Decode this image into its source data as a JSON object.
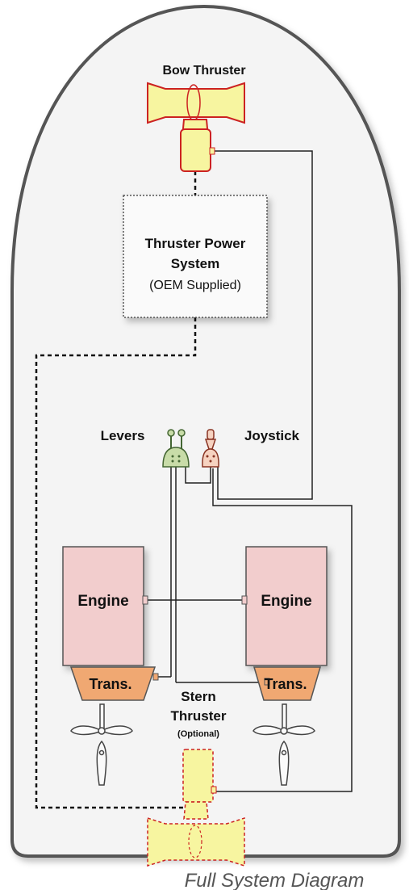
{
  "diagram": {
    "bow_thruster_label": "Bow Thruster",
    "power_system": {
      "line1": "Thruster Power",
      "line2": "System",
      "line3": "(OEM Supplied)"
    },
    "levers_label": "Levers",
    "joystick_label": "Joystick",
    "engine_left_label": "Engine",
    "engine_right_label": "Engine",
    "trans_left_label": "Trans.",
    "trans_right_label": "Trans.",
    "stern_thruster": {
      "line1": "Stern",
      "line2": "Thruster",
      "line3": "(Optional)"
    },
    "caption": "Full System Diagram"
  },
  "colors": {
    "hull_fill": "#f4f4f4",
    "hull_stroke": "#555555",
    "thruster_fill": "#f7f5a0",
    "thruster_stroke": "#cc2222",
    "engine_fill": "#f2cdcd",
    "engine_stroke": "#555555",
    "trans_fill": "#f0a872",
    "levers_fill": "#c8dca8",
    "joystick_fill": "#f6d2c0"
  }
}
